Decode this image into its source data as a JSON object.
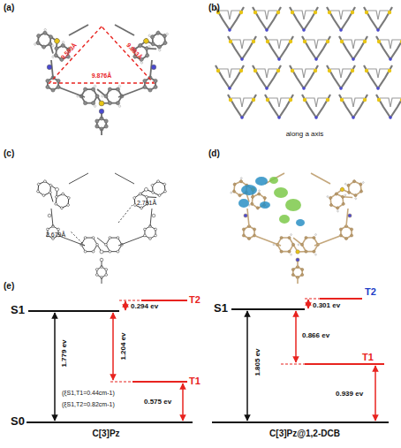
{
  "diagram": {
    "labels": [
      "(a)",
      "9.593Å",
      "9.883Å",
      "9.876Å",
      "(b)",
      "along a axis",
      "(c)",
      "2.791Å",
      "2.679Å",
      "(d)",
      "(e)",
      "T2",
      "S1",
      "0.294 ev",
      "1.204 ev",
      "1.779 ev",
      "T1",
      "(ξS1,T1=0.44cm-1)",
      "(ξS1,T2=0.82cm-1)",
      "0.575 ev",
      "S0",
      "C[3]Pz",
      "S1",
      "T2",
      "0.301 ev",
      "0.866 ev",
      "1.805 ev",
      "T1",
      "0.939 ev",
      "C[3]Pz@1,2-DCB"
    ]
  }
}
